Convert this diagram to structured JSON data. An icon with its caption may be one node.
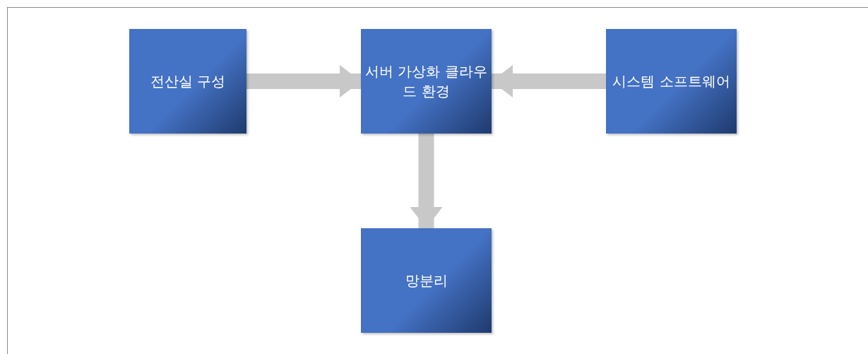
{
  "diagram": {
    "nodes": [
      {
        "text": [
          "전산실 구성"
        ]
      },
      {
        "text": [
          "서버 가상화 클라우드 환경"
        ]
      },
      {
        "text": [
          "시스템 소프트웨어"
        ]
      },
      {
        "text": [
          "망분리"
        ]
      }
    ],
    "edges": [
      {
        "from": 0,
        "to": 1,
        "arrow": "to"
      },
      {
        "from": 2,
        "to": 1,
        "arrow": "to"
      },
      {
        "from": 1,
        "to": 3,
        "arrow": "to"
      }
    ]
  }
}
